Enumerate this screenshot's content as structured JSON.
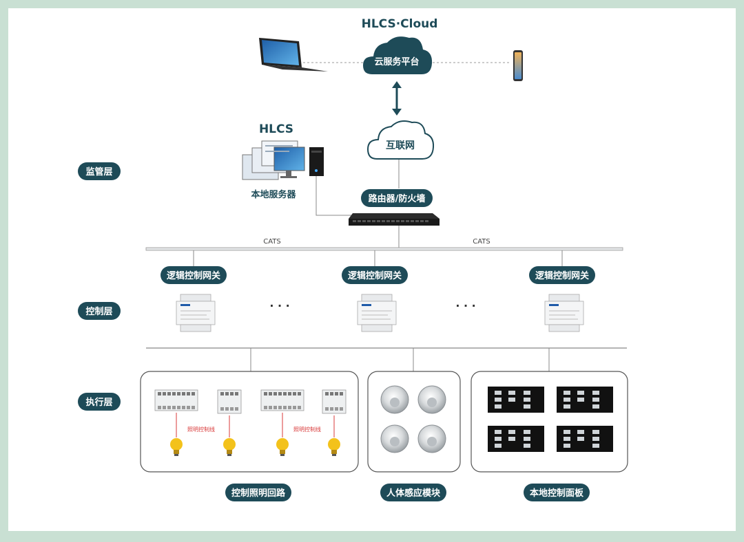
{
  "cloud_title": "HLCS·Cloud",
  "cloud_platform": "云服务平台",
  "internet": "互联网",
  "hlcs_title": "HLCS",
  "local_server": "本地服务器",
  "router": "路由器/防火墙",
  "bus_labels": [
    "CATS",
    "CATS"
  ],
  "gateways": [
    "逻辑控制网关",
    "逻辑控制网关",
    "逻辑控制网关"
  ],
  "ellipsis": [
    "· · ·",
    "· · ·"
  ],
  "layers": {
    "supervision": "监管层",
    "control": "控制层",
    "execution": "执行层"
  },
  "wire_labels": [
    "照明控制线",
    "照明控制线"
  ],
  "group_labels": {
    "lighting": "控制照明回路",
    "sensor": "人体感应模块",
    "panel": "本地控制面板"
  },
  "colors": {
    "frame": "#c9e0d3",
    "pill": "#1e4b58",
    "bulb": "#f3c21b",
    "wire": "#d93a3a"
  }
}
